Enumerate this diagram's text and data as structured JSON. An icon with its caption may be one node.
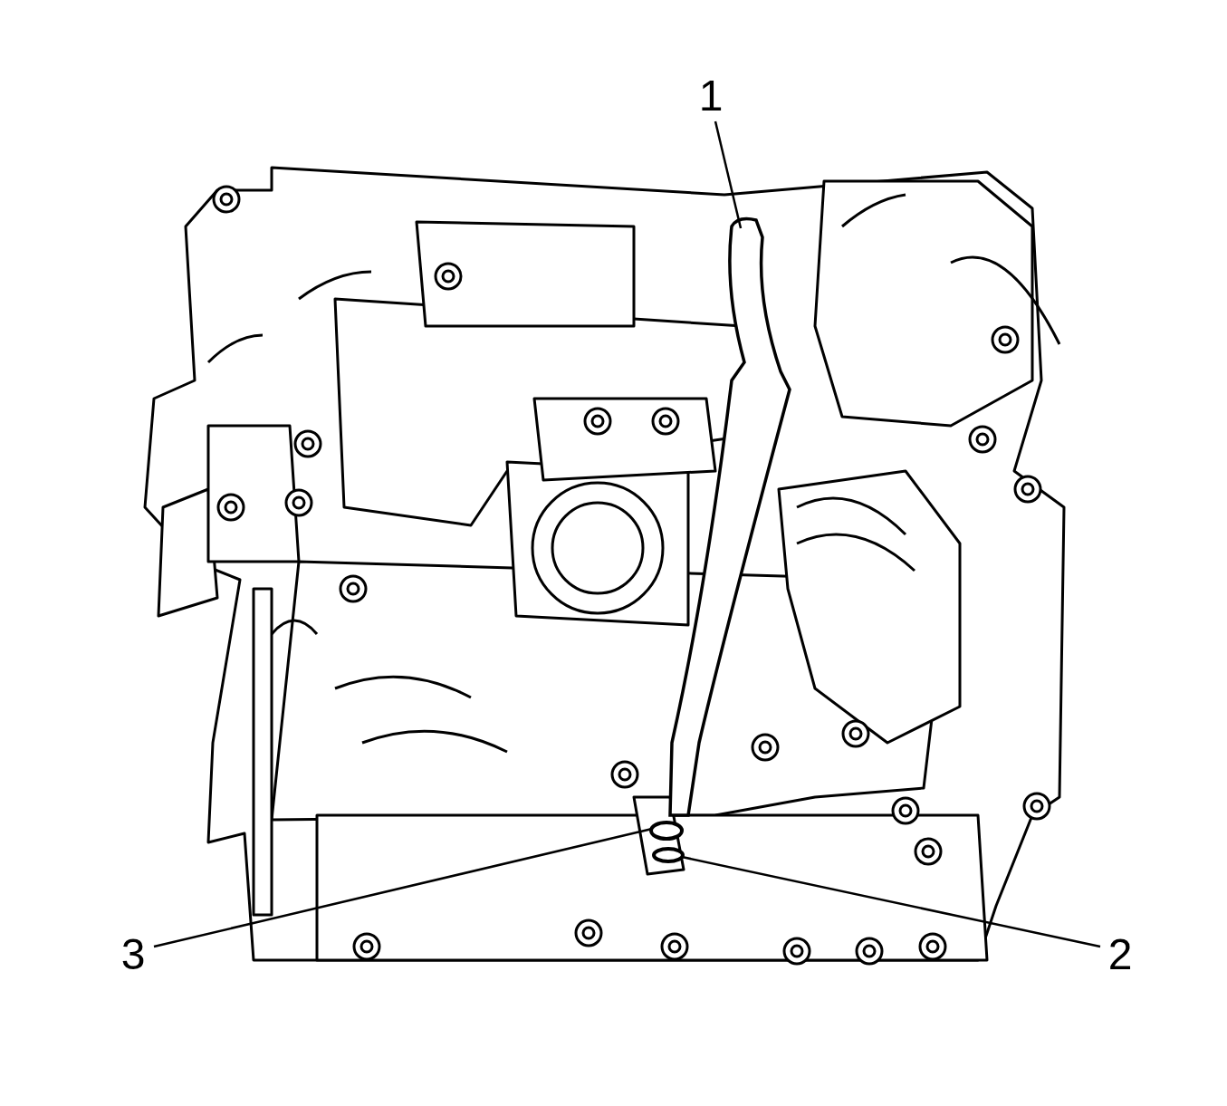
{
  "diagram": {
    "nodes": [
      {
        "text": [
          "1"
        ]
      },
      {
        "text": [],
        "shape": "picture"
      },
      {
        "text": [
          "2"
        ]
      },
      {
        "text": [],
        "shape": "circle"
      },
      {
        "text": [
          "3"
        ]
      },
      {
        "text": [],
        "shape": "circle"
      }
    ],
    "edges": [
      {
        "from": 0,
        "to": 1,
        "arrow": "none"
      },
      {
        "from": 2,
        "to": 5,
        "arrow": "none"
      },
      {
        "from": 4,
        "to": 3,
        "arrow": "none"
      }
    ]
  }
}
